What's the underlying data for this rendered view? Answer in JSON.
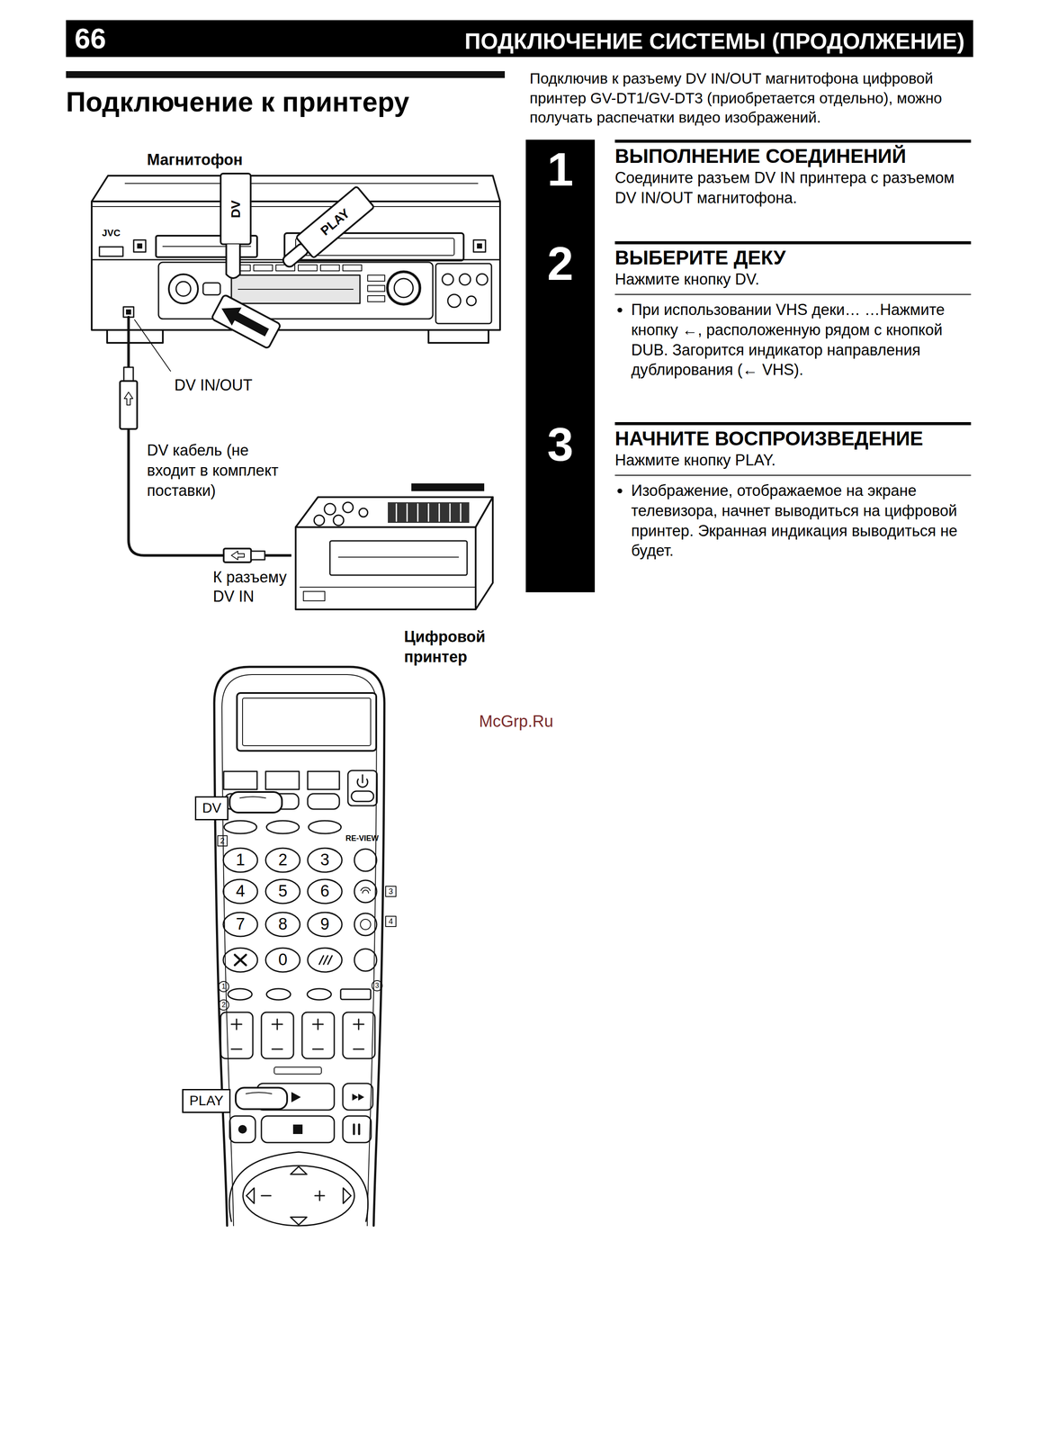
{
  "diagram": {
    "title": "Подключение к принтеру",
    "nodes": [
      {
        "text": [
          "66",
          "ПОДКЛЮЧЕНИЕ СИСТЕМЫ (ПРОДОЛЖЕНИЕ)"
        ]
      },
      {
        "text": [
          "Магнитофон"
        ]
      },
      {
        "text": [
          "Цифровой принтер"
        ]
      },
      {
        "text": [
          "1",
          "2",
          "3"
        ]
      },
      {
        "text": [
          "DV"
        ]
      },
      {
        "text": [
          "PLAY"
        ]
      }
    ],
    "edges": [
      {
        "from": 1,
        "to": 2,
        "arrow": "none",
        "label": "DV кабель (не входит в комплект поставки)"
      }
    ],
    "labels": [
      "Подключив к разъему DV IN/OUT магнитофона цифровой принтер GV-DT1/GV-DT3 (приобретается отдельно), можно получать распечатки видео изображений.",
      "ВЫПОЛНЕНИЕ СОЕДИНЕНИЙ",
      "Соедините разъем DV IN принтера с разъемом DV IN/OUT магнитофона.",
      "ВЫБЕРИТЕ ДЕКУ",
      "Нажмите кнопку DV.",
      "При использовании VHS деки… …Нажмите кнопку ←, расположенную рядом с кнопкой DUB. Загорится индикатор направления дублирования (← VHS).",
      "НАЧНИТЕ ВОСПРОИЗВЕДЕНИЕ",
      "Нажмите кнопку PLAY.",
      "Изображение, отображаемое на экране телевизора, начнет выводиться на цифровой принтер. Экранная индикация выводиться не будет.",
      "JVC",
      "DV",
      "PLAY",
      "DV IN/OUT",
      "К разъему DV IN",
      "McGrp.Ru",
      "1",
      "2",
      "3",
      "4",
      "5",
      "6",
      "7",
      "8",
      "9",
      "0",
      "RE-VIEW",
      "2",
      "3",
      "4",
      "1",
      "2",
      "3"
    ]
  }
}
